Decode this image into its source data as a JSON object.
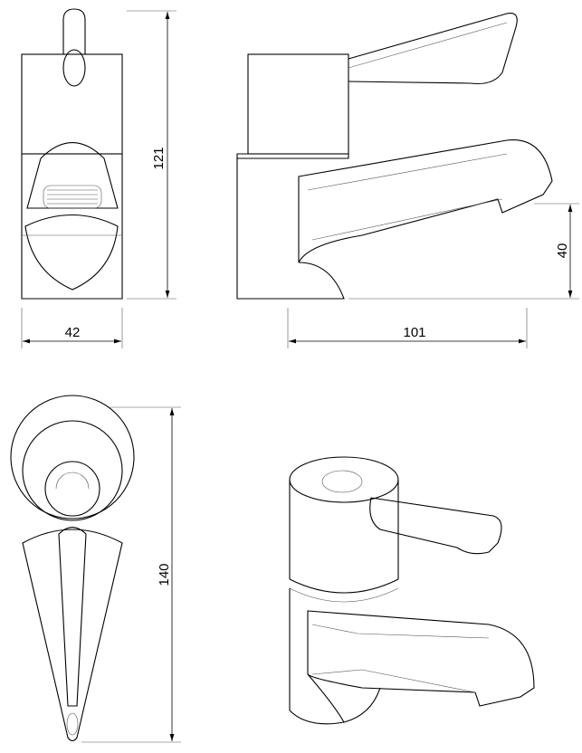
{
  "dimensions": {
    "front_height": "121",
    "front_width": "42",
    "side_length": "101",
    "spout_height": "40",
    "top_length": "140"
  }
}
